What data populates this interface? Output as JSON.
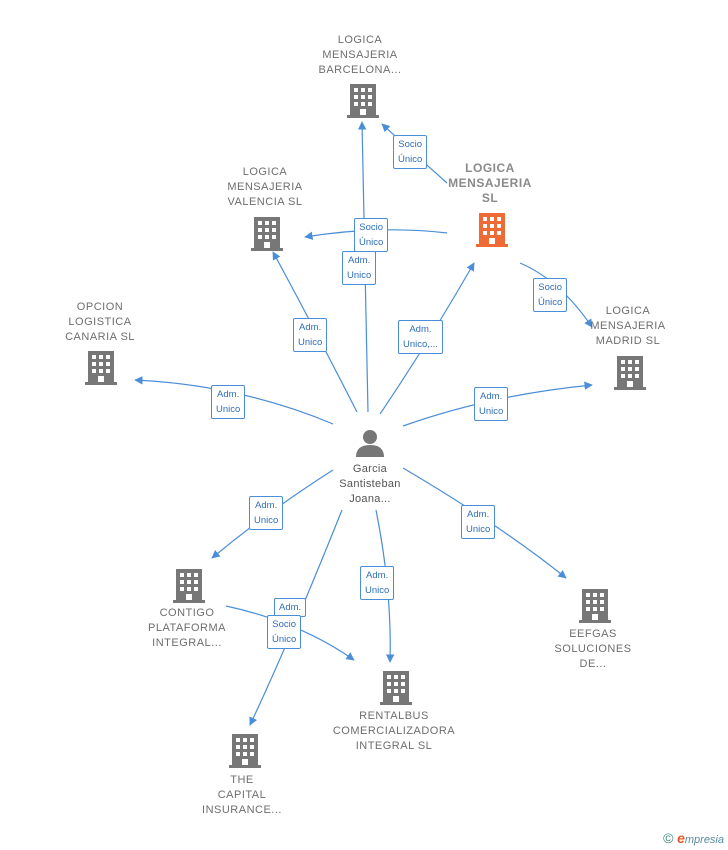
{
  "colors": {
    "accent": "#4a8ed8",
    "company": "#777777",
    "main_company": "#f06a35",
    "person": "#777777"
  },
  "nodes": {
    "barcelona": {
      "label": "LOGICA\nMENSAJERIA\nBARCELONA..."
    },
    "valencia": {
      "label": "LOGICA\nMENSAJERIA\nVALENCIA  SL"
    },
    "main": {
      "label": "LOGICA\nMENSAJERIA\nSL"
    },
    "madrid": {
      "label": "LOGICA\nMENSAJERIA\nMADRID  SL"
    },
    "opcion": {
      "label": "OPCION\nLOGISTICA\nCANARIA  SL"
    },
    "person": {
      "label": "Garcia\nSantisteban\nJoana..."
    },
    "contigo": {
      "label": "CONTIGO\nPLATAFORMA\nINTEGRAL..."
    },
    "eefgas": {
      "label": "EEFGAS\nSOLUCIONES\nDE..."
    },
    "rentalbus": {
      "label": "RENTALBUS\nCOMERCIALIZADORA\nINTEGRAL  SL"
    },
    "capital": {
      "label": "THE\nCAPITAL\nINSURANCE..."
    }
  },
  "edges": {
    "main_barcelona": "Socio\nÚnico",
    "main_valencia": "Socio\nÚnico",
    "main_madrid": "Socio\nÚnico",
    "person_barcelona": "Adm.\nUnico",
    "person_valencia": "Adm.\nUnico",
    "person_main": "Adm.\nUnico,...",
    "person_opcion": "Adm.\nUnico",
    "person_madrid": "Adm.\nUnico",
    "person_contigo": "Adm.\nUnico",
    "person_eefgas": "Adm.\nUnico",
    "person_rentalbus": "Adm.\nUnico",
    "person_capital_adm": "Adm.",
    "capital_socio": "Socio\nÚnico"
  },
  "footer": {
    "symbol": "©",
    "brand_e": "e",
    "brand_rest": "mpresia"
  }
}
